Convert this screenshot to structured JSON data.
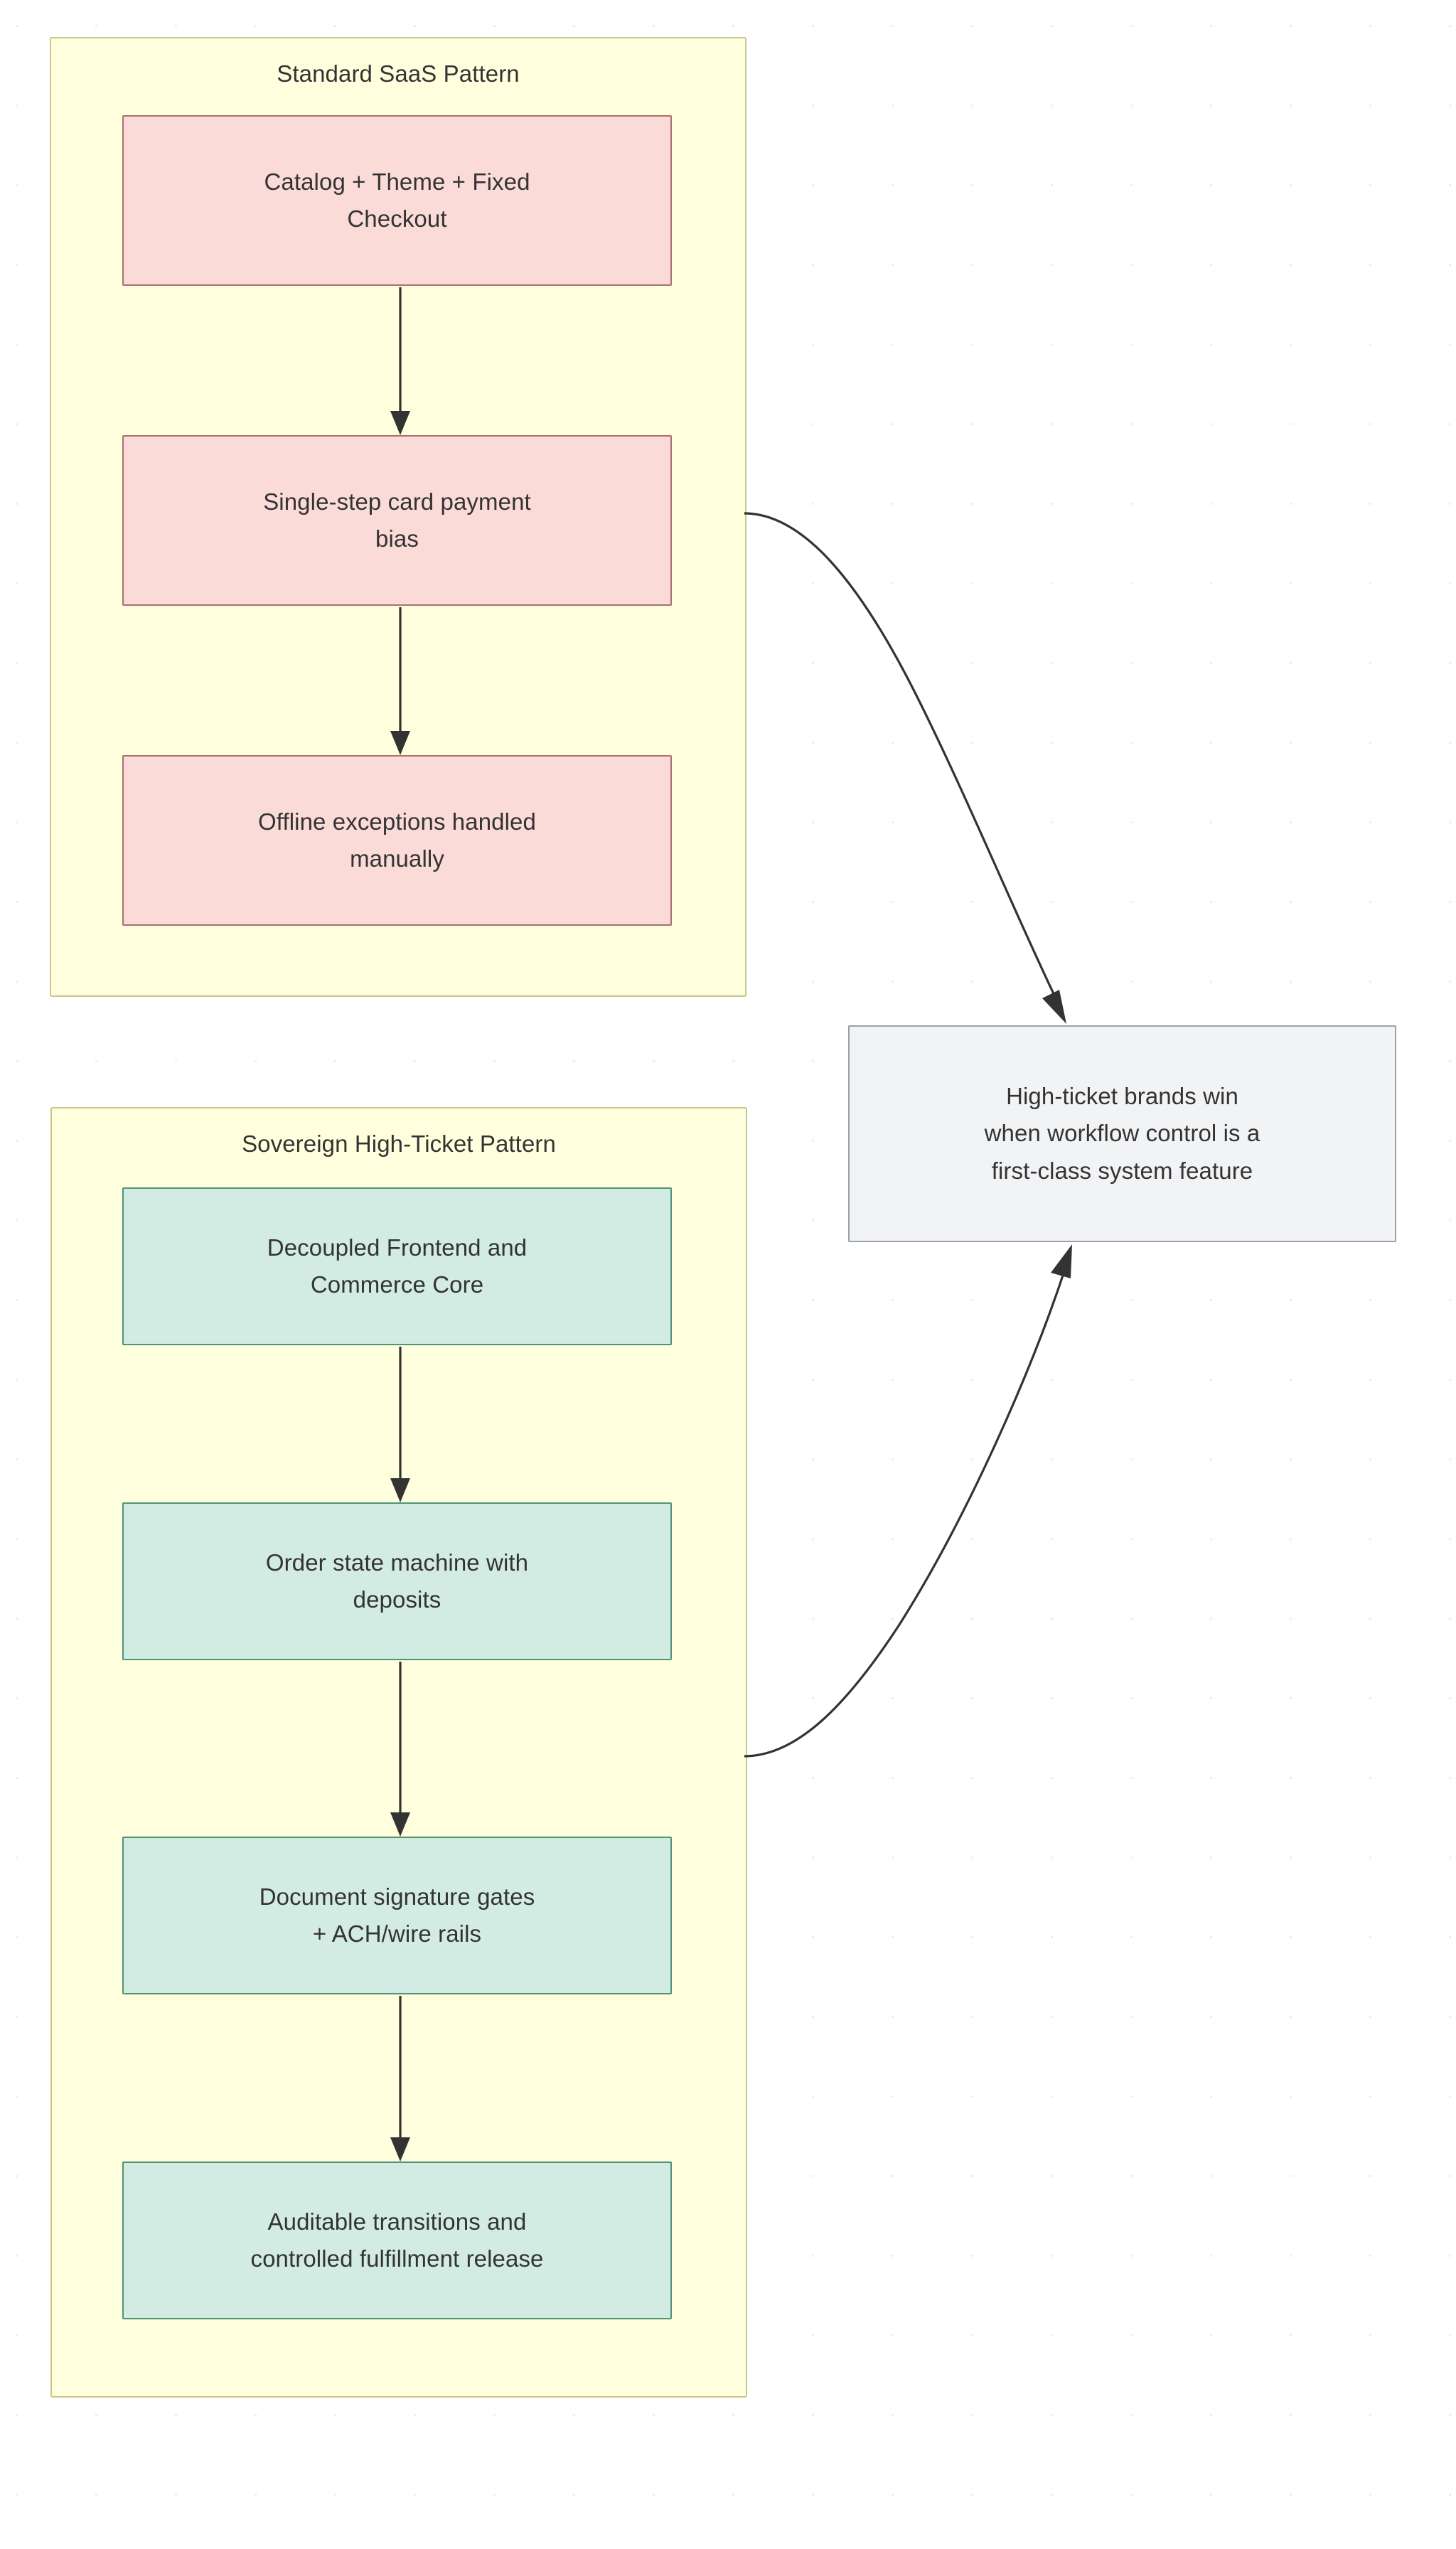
{
  "diagram": {
    "type": "flowchart",
    "direction": "top-down",
    "background": "#ffffff",
    "grid": "dotted",
    "clusters": [
      {
        "id": "standard-saas-pattern",
        "title": "Standard SaaS Pattern",
        "fill": "#ffffde",
        "stroke": "#c7c78b",
        "nodes": [
          "catalog-theme-fixed-checkout",
          "single-step-card-payment-bias",
          "offline-exceptions-handled-manually"
        ]
      },
      {
        "id": "sovereign-high-ticket-pattern",
        "title": "Sovereign High-Ticket Pattern",
        "fill": "#ffffde",
        "stroke": "#c7c78b",
        "nodes": [
          "decoupled-frontend-commerce-core",
          "order-state-machine-with-deposits",
          "document-signature-gates-ach-wire-rails",
          "auditable-transitions-controlled-fulfillment-release"
        ]
      }
    ],
    "nodes": [
      {
        "id": "catalog-theme-fixed-checkout",
        "label": "Catalog + Theme + Fixed\nCheckout",
        "style": "pink",
        "fill": "#fadbd8",
        "stroke": "#a9706d"
      },
      {
        "id": "single-step-card-payment-bias",
        "label": "Single-step card payment\nbias",
        "style": "pink",
        "fill": "#fadbd8",
        "stroke": "#a9706d"
      },
      {
        "id": "offline-exceptions-handled-manually",
        "label": "Offline exceptions handled\nmanually",
        "style": "pink",
        "fill": "#fadbd8",
        "stroke": "#a9706d"
      },
      {
        "id": "decoupled-frontend-commerce-core",
        "label": "Decoupled Frontend and\nCommerce Core",
        "style": "green",
        "fill": "#d3ece3",
        "stroke": "#4f9475"
      },
      {
        "id": "order-state-machine-with-deposits",
        "label": "Order state machine with\ndeposits",
        "style": "green",
        "fill": "#d3ece3",
        "stroke": "#4f9475"
      },
      {
        "id": "document-signature-gates-ach-wire-rails",
        "label": "Document signature gates\n+ ACH/wire rails",
        "style": "green",
        "fill": "#d3ece3",
        "stroke": "#4f9475"
      },
      {
        "id": "auditable-transitions-controlled-fulfillment-release",
        "label": "Auditable transitions and\ncontrolled fulfillment release",
        "style": "green",
        "fill": "#d3ece3",
        "stroke": "#4f9475"
      },
      {
        "id": "high-ticket-brands-win-conclusion",
        "label": "High-ticket brands win\nwhen workflow control is a\nfirst-class system feature",
        "style": "gray",
        "fill": "#f2f3f5",
        "stroke": "#9aa0a6"
      }
    ],
    "edges": [
      {
        "from": "catalog-theme-fixed-checkout",
        "to": "single-step-card-payment-bias",
        "kind": "straight-arrow"
      },
      {
        "from": "single-step-card-payment-bias",
        "to": "offline-exceptions-handled-manually",
        "kind": "straight-arrow"
      },
      {
        "from": "single-step-card-payment-bias",
        "to": "high-ticket-brands-win-conclusion",
        "kind": "curved-arrow"
      },
      {
        "from": "decoupled-frontend-commerce-core",
        "to": "order-state-machine-with-deposits",
        "kind": "straight-arrow"
      },
      {
        "from": "order-state-machine-with-deposits",
        "to": "document-signature-gates-ach-wire-rails",
        "kind": "straight-arrow"
      },
      {
        "from": "order-state-machine-with-deposits",
        "to": "high-ticket-brands-win-conclusion",
        "kind": "curved-arrow"
      },
      {
        "from": "document-signature-gates-ach-wire-rails",
        "to": "auditable-transitions-controlled-fulfillment-release",
        "kind": "straight-arrow"
      }
    ]
  }
}
